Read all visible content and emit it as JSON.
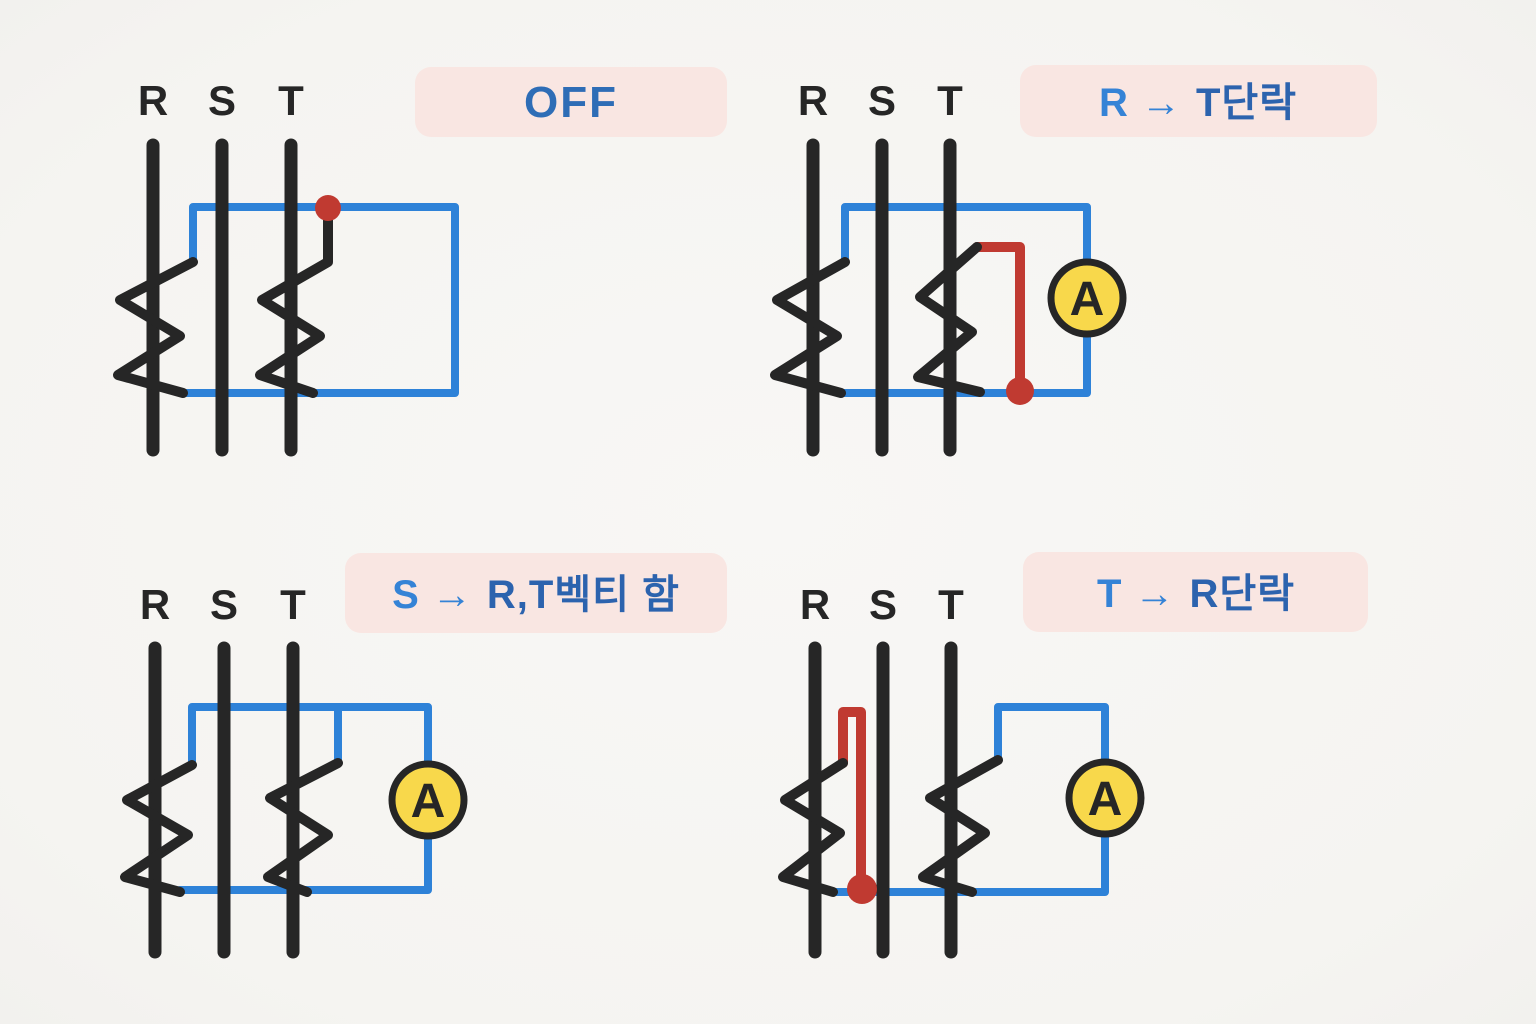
{
  "diagram_title": "three-phase-short-circuit-test-diagram",
  "colors": {
    "background": "#f6f5f2",
    "line_black": "#262626",
    "wire_blue": "#2e82d8",
    "wire_red": "#c03a31",
    "meter_yellow": "#f8d84b",
    "badge_pink": "#f9e6e2",
    "title_blue_bright": "#3583d6",
    "title_blue_dark": "#2c63ae",
    "off_blue": "#2e6db6"
  },
  "panels": [
    {
      "name": "off",
      "phase_labels": [
        "R",
        "S",
        "T"
      ],
      "title": {
        "part1": "OFF",
        "part2": "",
        "part1_color": "#2e6db6",
        "part2_color": "#2c63ae"
      },
      "ammeter_label": ""
    },
    {
      "name": "r-to-t-short",
      "phase_labels": [
        "R",
        "S",
        "T"
      ],
      "title": {
        "part1": "R →",
        "part2": "T단락",
        "part1_color": "#3583d6",
        "part2_color": "#2c63ae"
      },
      "ammeter_label": "A"
    },
    {
      "name": "s-to-rt-vector-sum",
      "phase_labels": [
        "R",
        "S",
        "T"
      ],
      "title": {
        "part1": "S →",
        "part2": "R,T벡티 함",
        "part1_color": "#3583d6",
        "part2_color": "#2c63ae"
      },
      "ammeter_label": "A"
    },
    {
      "name": "t-to-r-short",
      "phase_labels": [
        "R",
        "S",
        "T"
      ],
      "title": {
        "part1": "T →",
        "part2": "R단락",
        "part1_color": "#3583d6",
        "part2_color": "#2c63ae"
      },
      "ammeter_label": "A"
    }
  ]
}
